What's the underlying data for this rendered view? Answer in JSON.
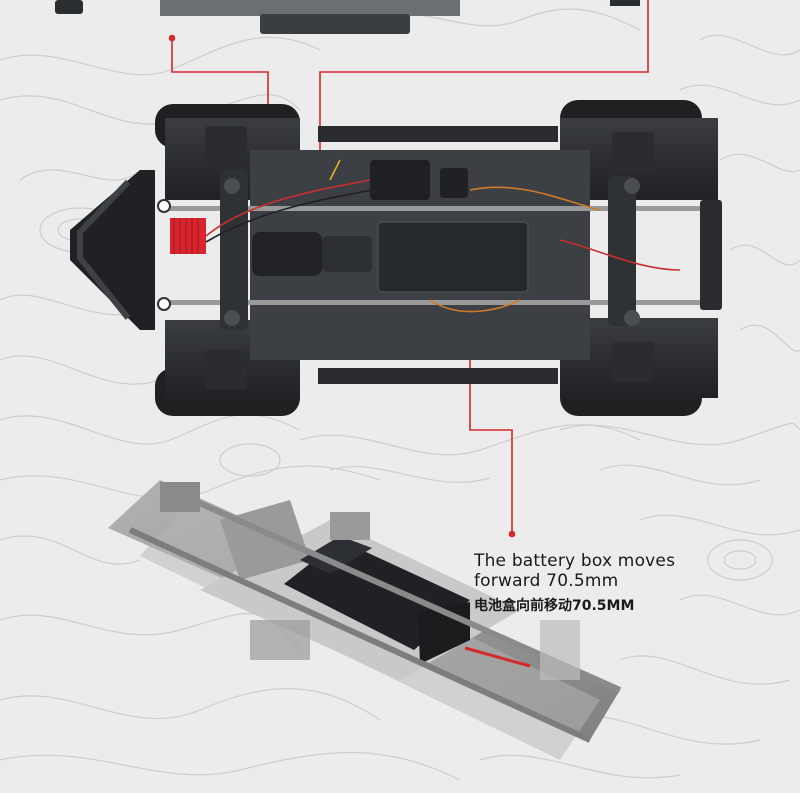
{
  "caption": {
    "line1": "The battery box moves",
    "line2": "forward 70.5mm",
    "line3": "电池盒向前移动70.5MM"
  },
  "colors": {
    "background": "#ececec",
    "contour": "#cfcfcf",
    "callout": "#d42a2a",
    "chassis": "#2b2e31",
    "tire": "#1e2022",
    "esc": "#d8242c",
    "frame": "#8f8f8f"
  }
}
